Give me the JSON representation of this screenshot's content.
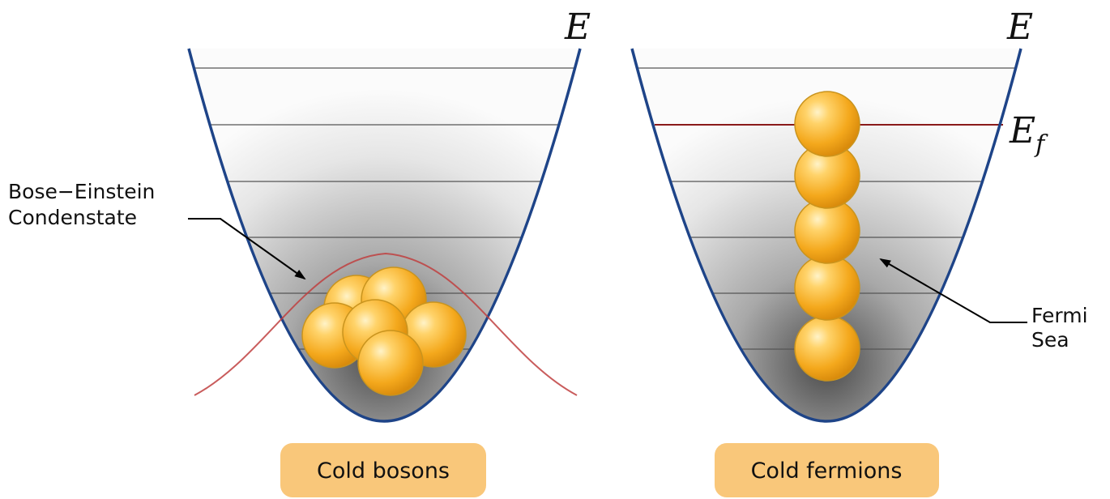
{
  "left_panel": {
    "axis_label": "E",
    "bec_label_line1": "Bose−Einstein",
    "bec_label_line2": "Condenstate",
    "badge": "Cold bosons"
  },
  "right_panel": {
    "axis_label": "E",
    "fermi_level_label": "E",
    "fermi_level_subscript": "f",
    "sea_label_line1": "Fermi",
    "sea_label_line2": "Sea",
    "badge": "Cold fermions"
  },
  "colors": {
    "well_outline": "#1e4488",
    "energy_level": "#444444",
    "fermi_level": "#8a1a1a",
    "condensate_curve": "#c04040",
    "particle": "#f4a81c",
    "particle_edge": "#b98a20",
    "badge_fill": "#f9c77a"
  }
}
